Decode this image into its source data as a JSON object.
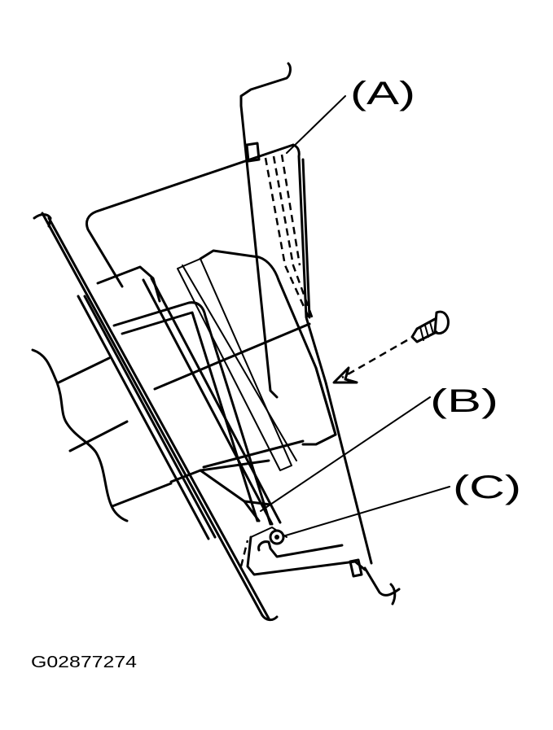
{
  "labels": {
    "a": "(A)",
    "b": "(B)",
    "c": "(C)"
  },
  "figure_code": "G02877274"
}
